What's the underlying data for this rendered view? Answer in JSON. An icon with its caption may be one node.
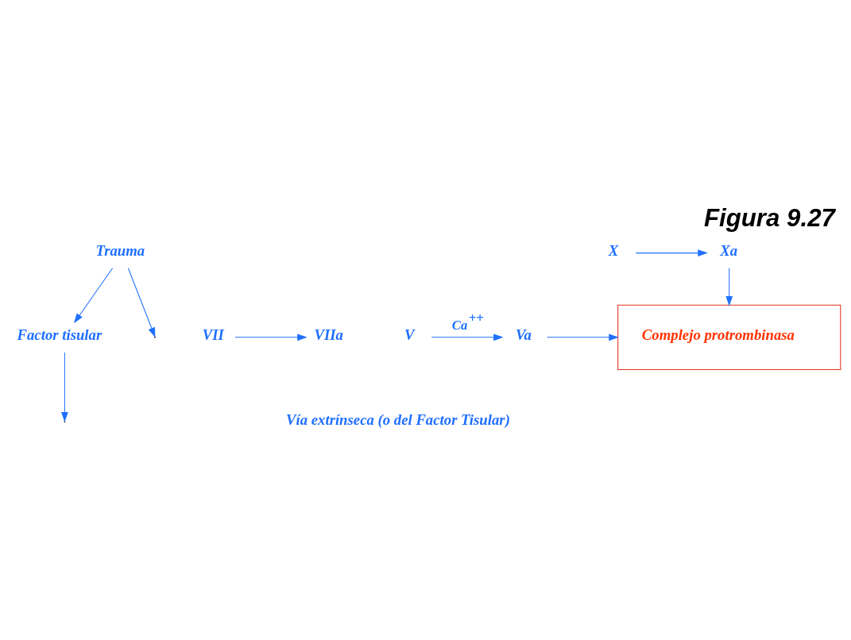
{
  "diagram": {
    "title": "Figura 9.27",
    "caption": "Vía extrínseca (o del Factor Tisular)",
    "nodes": [
      {
        "text": [
          "Trauma"
        ]
      },
      {
        "text": [
          "Factor tisular"
        ]
      },
      {
        "text": [
          "VII"
        ]
      },
      {
        "text": [
          "VIIa"
        ]
      },
      {
        "text": [
          "X"
        ]
      },
      {
        "text": [
          "Xa"
        ]
      },
      {
        "text": [
          "V"
        ]
      },
      {
        "text": [
          "Va"
        ]
      },
      {
        "text": [
          "Complejo protrombinasa"
        ]
      }
    ],
    "edges": [
      {
        "from": 0,
        "to": null,
        "arrow": "to"
      },
      {
        "from": 0,
        "to": 1,
        "arrow": "to"
      },
      {
        "from": 2,
        "to": 3,
        "arrow": "to"
      },
      {
        "from": 1,
        "to": null,
        "arrow": "to"
      },
      {
        "from": 4,
        "to": 5,
        "arrow": "to"
      },
      {
        "from": 6,
        "to": 7,
        "arrow": "to",
        "label": "Ca$^{++}$"
      },
      {
        "from": 5,
        "to": 8,
        "arrow": "to"
      },
      {
        "from": 7,
        "to": 8,
        "arrow": "to"
      }
    ]
  }
}
